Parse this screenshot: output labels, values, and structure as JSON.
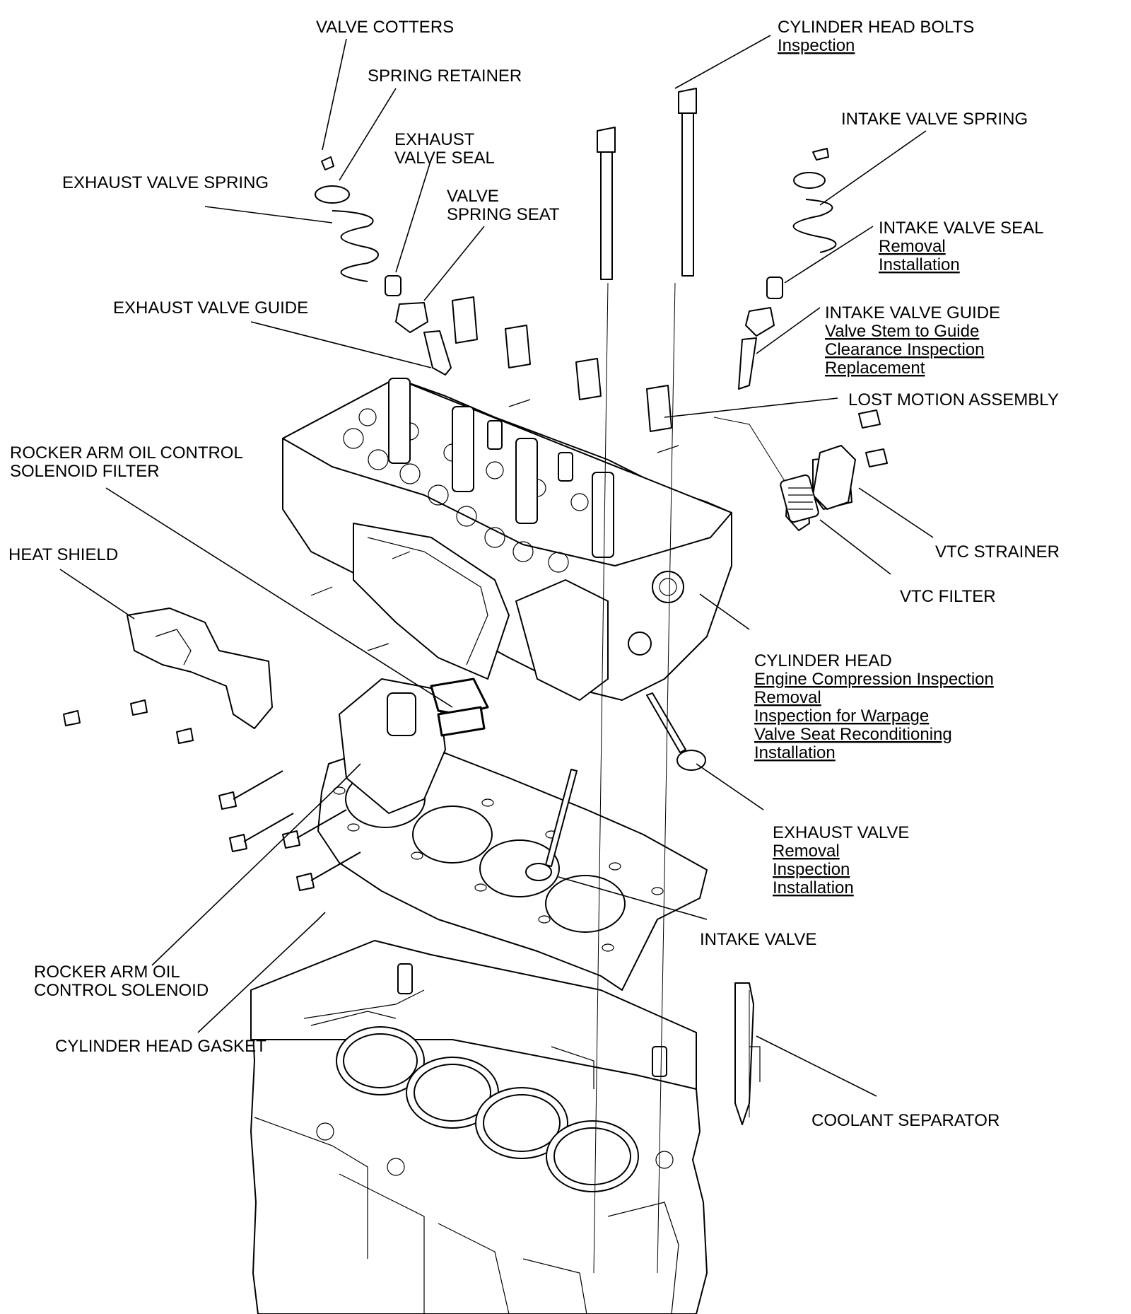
{
  "callouts": [
    {
      "id": "valve-cotters",
      "lines": [
        "VALVE COTTERS"
      ],
      "links": []
    },
    {
      "id": "spring-retainer",
      "lines": [
        "SPRING RETAINER"
      ],
      "links": []
    },
    {
      "id": "exhaust-valve-seal",
      "lines": [
        "EXHAUST",
        "VALVE SEAL"
      ],
      "links": []
    },
    {
      "id": "exhaust-valve-spring",
      "lines": [
        "EXHAUST VALVE SPRING"
      ],
      "links": []
    },
    {
      "id": "valve-spring-seat",
      "lines": [
        "VALVE",
        "SPRING SEAT"
      ],
      "links": []
    },
    {
      "id": "exhaust-valve-guide",
      "lines": [
        "EXHAUST VALVE GUIDE"
      ],
      "links": []
    },
    {
      "id": "rocker-arm-oil-control-solenoid-filter",
      "lines": [
        "ROCKER ARM OIL CONTROL",
        "SOLENOID FILTER"
      ],
      "links": []
    },
    {
      "id": "heat-shield",
      "lines": [
        "HEAT SHIELD"
      ],
      "links": []
    },
    {
      "id": "rocker-arm-oil-control-solenoid",
      "lines": [
        "ROCKER ARM OIL",
        "CONTROL SOLENOID"
      ],
      "links": []
    },
    {
      "id": "cylinder-head-gasket",
      "lines": [
        "CYLINDER HEAD GASKET"
      ],
      "links": []
    },
    {
      "id": "cylinder-head-bolts",
      "lines": [
        "CYLINDER HEAD BOLTS"
      ],
      "links": [
        "Inspection"
      ]
    },
    {
      "id": "intake-valve-spring",
      "lines": [
        "INTAKE VALVE SPRING"
      ],
      "links": []
    },
    {
      "id": "intake-valve-seal",
      "lines": [
        "INTAKE VALVE SEAL"
      ],
      "links": [
        "Removal",
        "Installation"
      ]
    },
    {
      "id": "intake-valve-guide",
      "lines": [
        "INTAKE VALVE GUIDE"
      ],
      "links": [
        "Valve Stem to Guide",
        "Clearance Inspection",
        "Replacement"
      ]
    },
    {
      "id": "lost-motion-assembly",
      "lines": [
        "LOST MOTION ASSEMBLY"
      ],
      "links": []
    },
    {
      "id": "vtc-strainer",
      "lines": [
        "VTC STRAINER"
      ],
      "links": []
    },
    {
      "id": "vtc-filter",
      "lines": [
        "VTC FILTER"
      ],
      "links": []
    },
    {
      "id": "cylinder-head",
      "lines": [
        "CYLINDER HEAD"
      ],
      "links": [
        "Engine Compression Inspection",
        "Removal",
        "Inspection for Warpage",
        "Valve Seat Reconditioning",
        "Installation"
      ]
    },
    {
      "id": "exhaust-valve",
      "lines": [
        "EXHAUST VALVE"
      ],
      "links": [
        "Removal",
        "Inspection",
        "Installation"
      ]
    },
    {
      "id": "intake-valve",
      "lines": [
        "INTAKE VALVE"
      ],
      "links": []
    },
    {
      "id": "coolant-separator",
      "lines": [
        "COOLANT SEPARATOR"
      ],
      "links": []
    }
  ]
}
